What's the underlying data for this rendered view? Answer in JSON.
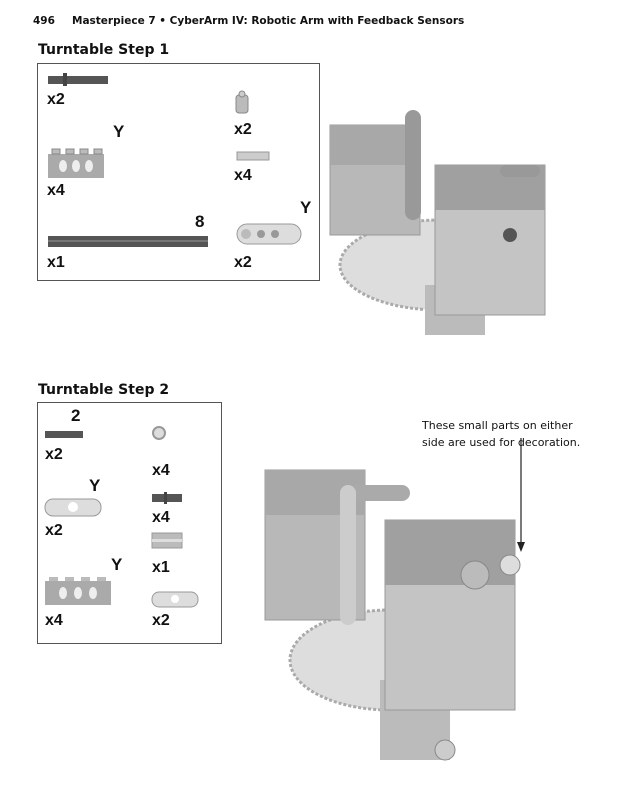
{
  "header": {
    "page_number": "496",
    "running_title": "Masterpiece 7 • CyberArm IV: Robotic Arm with Feedback Sensors"
  },
  "step1": {
    "title": "Turntable Step 1",
    "parts": [
      {
        "icon": "axle-with-stop",
        "qty": "x2"
      },
      {
        "icon": "bush",
        "qty": "x2"
      },
      {
        "icon": "technic-beam-1x4",
        "qty": "x4",
        "color_mark": "Y"
      },
      {
        "icon": "connector-pin",
        "qty": "x4"
      },
      {
        "icon": "axle",
        "qty": "x1",
        "length_mark": "8"
      },
      {
        "icon": "liftarm",
        "qty": "x2",
        "color_mark": "Y"
      }
    ]
  },
  "step2": {
    "title": "Turntable Step 2",
    "parts": [
      {
        "icon": "axle",
        "qty": "x2",
        "length_mark": "2"
      },
      {
        "icon": "bush-half",
        "qty": "x4"
      },
      {
        "icon": "liftarm-1x3",
        "qty": "x2",
        "color_mark": "Y"
      },
      {
        "icon": "axle-pin",
        "qty": "x4"
      },
      {
        "icon": "pin-connector",
        "qty": "x1"
      },
      {
        "icon": "technic-beam-1x4",
        "qty": "x4",
        "color_mark": "Y"
      },
      {
        "icon": "liftarm-1x3",
        "qty": "x2"
      }
    ],
    "callout": "These small parts on either side are used for decoration."
  }
}
